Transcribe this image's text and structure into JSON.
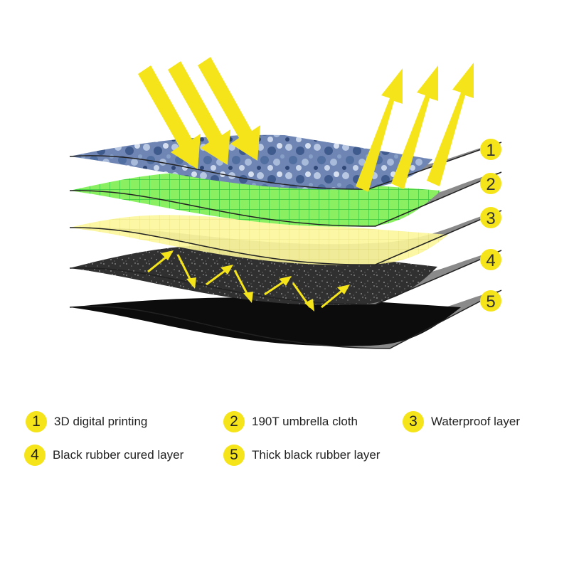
{
  "layers": [
    {
      "number": "1",
      "label": "3D digital printing"
    },
    {
      "number": "2",
      "label": "190T umbrella cloth"
    },
    {
      "number": "3",
      "label": "Waterproof layer"
    },
    {
      "number": "4",
      "label": "Black rubber cured layer"
    },
    {
      "number": "5",
      "label": "Thick black rubber layer"
    }
  ],
  "colors": {
    "arrow_yellow": "#f5e41a",
    "printing_blue": "#6f86b4",
    "cloth_green": "#8af062",
    "grid_green": "#35c63c",
    "waterproof_yellow": "#faf69a",
    "cured_black": "#333333",
    "rubber_black": "#0c0c0c",
    "underside_gray": "#8a8a8a"
  },
  "icons": [
    "sunlight-arrow-icon",
    "reflected-arrow-icon",
    "zigzag-arrow-icon"
  ]
}
